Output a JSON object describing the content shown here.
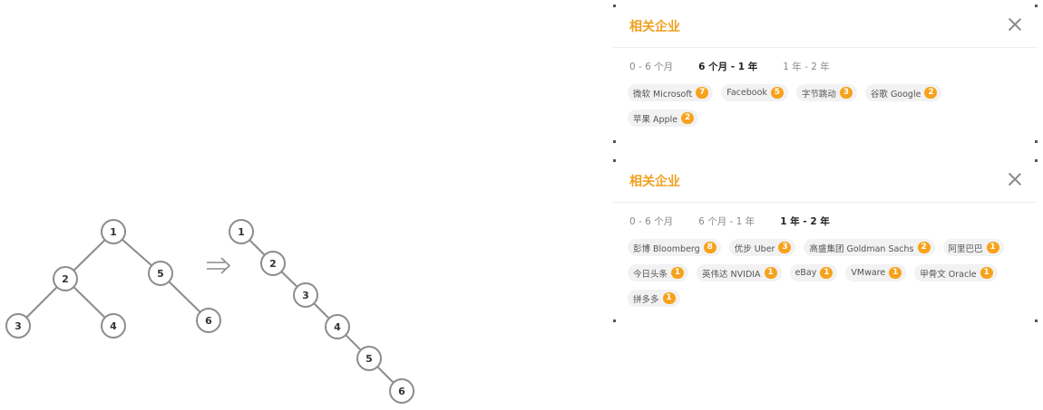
{
  "diagram": {
    "left_tree": {
      "nodes": [
        {
          "id": "l1",
          "label": "1"
        },
        {
          "id": "l2",
          "label": "2"
        },
        {
          "id": "l3",
          "label": "3"
        },
        {
          "id": "l4",
          "label": "4"
        },
        {
          "id": "l5",
          "label": "5"
        },
        {
          "id": "l6",
          "label": "6"
        }
      ],
      "edges": [
        [
          "l1",
          "l2"
        ],
        [
          "l1",
          "l5"
        ],
        [
          "l2",
          "l3"
        ],
        [
          "l2",
          "l4"
        ],
        [
          "l5",
          "l6"
        ]
      ]
    },
    "right_tree": {
      "nodes": [
        {
          "id": "r1",
          "label": "1"
        },
        {
          "id": "r2",
          "label": "2"
        },
        {
          "id": "r3",
          "label": "3"
        },
        {
          "id": "r4",
          "label": "4"
        },
        {
          "id": "r5",
          "label": "5"
        },
        {
          "id": "r6",
          "label": "6"
        }
      ],
      "edges": [
        [
          "r1",
          "r2"
        ],
        [
          "r2",
          "r3"
        ],
        [
          "r3",
          "r4"
        ],
        [
          "r4",
          "r5"
        ],
        [
          "r5",
          "r6"
        ]
      ]
    },
    "arrow_icon": "double-right-arrow-icon"
  },
  "panels": [
    {
      "title": "相关企业",
      "close_icon": "close-icon",
      "tabs": [
        {
          "label": "0 - 6 个月",
          "active": false
        },
        {
          "label": "6 个月 - 1 年",
          "active": true
        },
        {
          "label": "1 年 - 2 年",
          "active": false
        }
      ],
      "companies": [
        {
          "name": "微软 Microsoft",
          "count": "7"
        },
        {
          "name": "Facebook",
          "count": "5"
        },
        {
          "name": "字节跳动",
          "count": "3"
        },
        {
          "name": "谷歌 Google",
          "count": "2"
        },
        {
          "name": "苹果 Apple",
          "count": "2"
        }
      ]
    },
    {
      "title": "相关企业",
      "close_icon": "close-icon",
      "tabs": [
        {
          "label": "0 - 6 个月",
          "active": false
        },
        {
          "label": "6 个月 - 1 年",
          "active": false
        },
        {
          "label": "1 年 - 2 年",
          "active": true
        }
      ],
      "companies": [
        {
          "name": "彭博 Bloomberg",
          "count": "8"
        },
        {
          "name": "优步 Uber",
          "count": "3"
        },
        {
          "name": "高盛集团 Goldman Sachs",
          "count": "2"
        },
        {
          "name": "阿里巴巴",
          "count": "1"
        },
        {
          "name": "今日头条",
          "count": "1"
        },
        {
          "name": "英伟达 NVIDIA",
          "count": "1"
        },
        {
          "name": "eBay",
          "count": "1"
        },
        {
          "name": "VMware",
          "count": "1"
        },
        {
          "name": "甲骨文 Oracle",
          "count": "1"
        },
        {
          "name": "拼多多",
          "count": "1"
        }
      ]
    }
  ],
  "colors": {
    "accent": "#f0a020",
    "badge": "#f7a21b",
    "tag_bg": "#f2f2f2",
    "node_stroke": "#8c8c8c"
  }
}
